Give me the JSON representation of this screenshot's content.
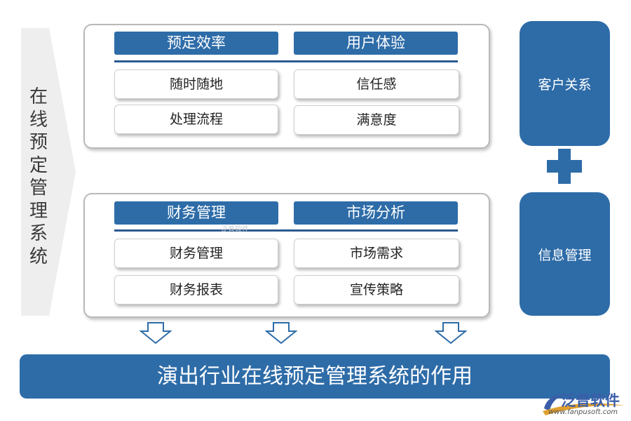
{
  "side_label": "在线预定管理系统",
  "top_panel": {
    "headers": [
      "预定效率",
      "用户体验"
    ],
    "items": [
      "随时随地",
      "信任感",
      "处理流程",
      "满意度"
    ]
  },
  "bottom_panel": {
    "headers": [
      "财务管理",
      "市场分析"
    ],
    "items": [
      "财务管理",
      "市场需求",
      "财务报表",
      "宣传策略"
    ]
  },
  "right": {
    "top_box": "客户关系",
    "bottom_box": "信息管理"
  },
  "bottom_bar": "演出行业在线预定管理系统的作用",
  "watermark": "泛普软件",
  "logo": {
    "name": "泛普软件",
    "url": "www.fanpusoft.com"
  },
  "colors": {
    "primary": "#2e6ca8",
    "arrow_fill": "#eeeeee",
    "border": "#b9b9b9"
  }
}
